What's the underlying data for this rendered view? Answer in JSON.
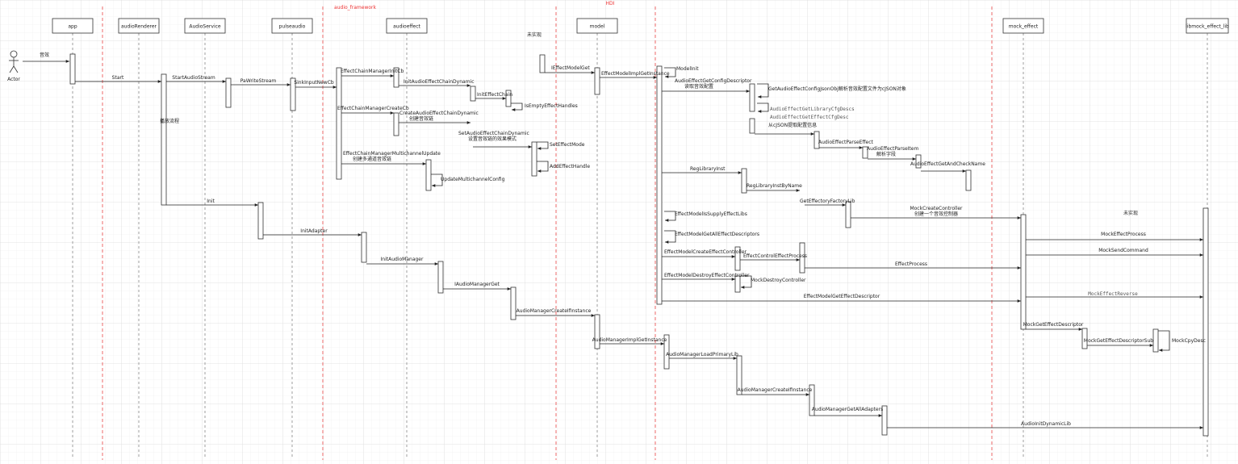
{
  "actors": [
    {
      "id": "actor",
      "label": "Actor"
    },
    {
      "id": "app",
      "label": "app"
    },
    {
      "id": "audioRenderer",
      "label": "audioRenderer"
    },
    {
      "id": "AudioService",
      "label": "AudioService"
    },
    {
      "id": "pulseaudio",
      "label": "pulseaudio"
    },
    {
      "id": "audioeffect",
      "label": "audioeffect"
    },
    {
      "id": "model",
      "label": "model"
    },
    {
      "id": "mock_effect",
      "label": "mock_effect"
    },
    {
      "id": "libmock",
      "label": "libmock_effect_lib"
    }
  ],
  "regions": [
    {
      "id": "audio_framework",
      "label": "audio_framework"
    },
    {
      "id": "hdi",
      "label": "HDI"
    }
  ],
  "notes": [
    {
      "id": "unimpl1",
      "label": "未实现"
    },
    {
      "id": "unimpl2",
      "label": "未实现"
    },
    {
      "id": "playloop",
      "label": "播放流程"
    }
  ],
  "messages": [
    {
      "id": "m1",
      "label": "音效",
      "lines": []
    },
    {
      "id": "m2",
      "label": "Start",
      "lines": []
    },
    {
      "id": "m3",
      "label": "StartAudioStream",
      "lines": []
    },
    {
      "id": "m4",
      "label": "PaWriteStream",
      "lines": []
    },
    {
      "id": "m5",
      "label": "SinkInputNewCb",
      "lines": []
    },
    {
      "id": "m6",
      "label": "EffectChainManagerInitCb",
      "lines": []
    },
    {
      "id": "m7",
      "label": "InitAudioEffectChainDynamic",
      "lines": []
    },
    {
      "id": "m8",
      "label": "InitEffectChain",
      "lines": []
    },
    {
      "id": "m9",
      "label": "IsEmptyEffectHandles",
      "lines": []
    },
    {
      "id": "m10",
      "label": "EffectChainManagerCreateCb",
      "lines": []
    },
    {
      "id": "m11",
      "label": "CreateAudioEffectChainDynamic",
      "lines": [
        "创建音效链"
      ]
    },
    {
      "id": "m12",
      "label": "SetAudioEffectChainDynamic",
      "lines": [
        "设置音效链的效果模式"
      ]
    },
    {
      "id": "m13",
      "label": "SetEffectMode",
      "lines": []
    },
    {
      "id": "m14",
      "label": "AddEffectHandle",
      "lines": []
    },
    {
      "id": "m15",
      "label": "EffectChainManagerMultichannelUpdate",
      "lines": [
        "创建多通道音效链"
      ]
    },
    {
      "id": "m16",
      "label": "UpdateMultichannelConfig",
      "lines": []
    },
    {
      "id": "m17",
      "label": "Init",
      "lines": []
    },
    {
      "id": "m18",
      "label": "InitAdapter",
      "lines": []
    },
    {
      "id": "m19",
      "label": "InitAudioManager",
      "lines": []
    },
    {
      "id": "m20",
      "label": "IAudioManagerGet",
      "lines": []
    },
    {
      "id": "m21",
      "label": "AudioManagerCreateIfInstance",
      "lines": []
    },
    {
      "id": "m22",
      "label": "AudioManagerImplGetInstance",
      "lines": []
    },
    {
      "id": "m23",
      "label": "AudioManagerLoadPrimaryLib",
      "lines": []
    },
    {
      "id": "m24",
      "label": "AudioManagerCreateIfInstance",
      "lines": []
    },
    {
      "id": "m25",
      "label": "AudioManagerGetAllAdapters",
      "lines": []
    },
    {
      "id": "m26",
      "label": "AudioInitDynamicLib",
      "lines": []
    },
    {
      "id": "m27",
      "label": "IEffectModelGet",
      "lines": []
    },
    {
      "id": "m28",
      "label": "EffectModelImplGetInstance",
      "lines": []
    },
    {
      "id": "m29",
      "label": "ModelInit",
      "lines": []
    },
    {
      "id": "m30",
      "label": "AudioEffectGetConfigDescriptor",
      "lines": [
        "读取音效配置"
      ]
    },
    {
      "id": "m31",
      "label": "GetAudioEffectConfigJsonObj解析音效配置文件为cJSON对象",
      "lines": []
    },
    {
      "id": "m32",
      "label": "AudioEffectGetLibraryCfgDescs",
      "lines": []
    },
    {
      "id": "m33",
      "label": "AudioEffectGetEffectCfgDesc",
      "lines": []
    },
    {
      "id": "m34",
      "label": "从cJSON提取配置信息",
      "lines": []
    },
    {
      "id": "m35",
      "label": "AudioEffectParseEffect",
      "lines": []
    },
    {
      "id": "m36",
      "label": "AudioEffectParseItem",
      "lines": [
        "解析字段"
      ]
    },
    {
      "id": "m37",
      "label": "AudioEffectGetAndCheckName",
      "lines": []
    },
    {
      "id": "m38",
      "label": "RegLibraryInst",
      "lines": []
    },
    {
      "id": "m39",
      "label": "RegLibraryInstByName",
      "lines": []
    },
    {
      "id": "m40",
      "label": "GetEffectoryFactoryLib",
      "lines": []
    },
    {
      "id": "m41",
      "label": "MockCreateController",
      "lines": [
        "创建一个音效控制器"
      ]
    },
    {
      "id": "m42",
      "label": "EffectModelIsSupplyEffectLibs",
      "lines": []
    },
    {
      "id": "m43",
      "label": "EffectModelGetAllEffectDescriptors",
      "lines": []
    },
    {
      "id": "m44",
      "label": "MockEffectProcess",
      "lines": []
    },
    {
      "id": "m45",
      "label": "MockSendCommand",
      "lines": []
    },
    {
      "id": "m46",
      "label": "EffectModelCreateEffectController",
      "lines": []
    },
    {
      "id": "m47",
      "label": "EffectControlEffectProcess",
      "lines": []
    },
    {
      "id": "m48",
      "label": "EffectProcess",
      "lines": []
    },
    {
      "id": "m49",
      "label": "EffectModelDestroyEffectController",
      "lines": []
    },
    {
      "id": "m50",
      "label": "MockDestroyController",
      "lines": []
    },
    {
      "id": "m51",
      "label": "EffectModelGetEffectDescriptor",
      "lines": []
    },
    {
      "id": "m52",
      "label": "MockEffectReverse",
      "lines": []
    },
    {
      "id": "m53",
      "label": "MockGetEffectDescriptor",
      "lines": []
    },
    {
      "id": "m54",
      "label": "MockGetEffectDescriptorSub",
      "lines": []
    },
    {
      "id": "m55",
      "label": "MockCpyDesc",
      "lines": []
    }
  ],
  "colors": {
    "grid": "#e6e6e6",
    "grid_major": "#d8d8d8",
    "line": "#222222",
    "lifeline": "#888888",
    "region": "#e84444",
    "box_stroke": "#333333",
    "box_fill": "#ffffff",
    "act_fill": "#ffffff",
    "mono_text": "#555555"
  }
}
